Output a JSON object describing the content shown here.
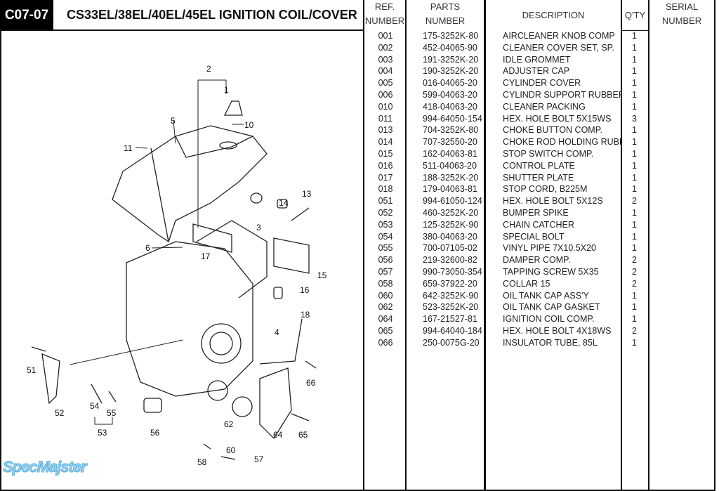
{
  "header": {
    "code": "C07-07",
    "title": "CS33EL/38EL/40EL/45EL  IGNITION COIL/COVER"
  },
  "columns": {
    "ref": [
      "REF.",
      "NUMBER"
    ],
    "part": [
      "PARTS",
      "NUMBER"
    ],
    "desc": "DESCRIPTION",
    "qty": "Q'TY",
    "serial": [
      "SERIAL",
      "NUMBER"
    ]
  },
  "parts": [
    {
      "ref": "001",
      "part": "175-3252K-80",
      "desc": "AIRCLEANER KNOB COMP",
      "qty": "1"
    },
    {
      "ref": "002",
      "part": "452-04065-90",
      "desc": "CLEANER COVER SET, SP.",
      "qty": "1"
    },
    {
      "ref": "003",
      "part": "191-3252K-20",
      "desc": "IDLE GROMMET",
      "qty": "1"
    },
    {
      "ref": "004",
      "part": "190-3252K-20",
      "desc": "ADJUSTER CAP",
      "qty": "1"
    },
    {
      "ref": "005",
      "part": "016-04065-20",
      "desc": "CYLINDER COVER",
      "qty": "1"
    },
    {
      "ref": "006",
      "part": "599-04063-20",
      "desc": "CYLINDR SUPPORT RUBBER",
      "qty": "1"
    },
    {
      "ref": "010",
      "part": "418-04063-20",
      "desc": "CLEANER PACKING",
      "qty": "1"
    },
    {
      "ref": "011",
      "part": "994-64050-154",
      "desc": "HEX. HOLE BOLT 5X15WS",
      "qty": "3"
    },
    {
      "ref": "013",
      "part": "704-3252K-80",
      "desc": "CHOKE BUTTON COMP.",
      "qty": "1"
    },
    {
      "ref": "014",
      "part": "707-32550-20",
      "desc": "CHOKE ROD HOLDING RUBBER",
      "qty": "1"
    },
    {
      "ref": "015",
      "part": "162-04063-81",
      "desc": "STOP SWITCH COMP.",
      "qty": "1"
    },
    {
      "ref": "016",
      "part": "511-04063-20",
      "desc": "CONTROL PLATE",
      "qty": "1"
    },
    {
      "ref": "017",
      "part": "188-3252K-20",
      "desc": "SHUTTER PLATE",
      "qty": "1"
    },
    {
      "ref": "018",
      "part": "179-04063-81",
      "desc": "STOP CORD, B225M",
      "qty": "1"
    },
    {
      "ref": "051",
      "part": "994-61050-124",
      "desc": "HEX. HOLE BOLT 5X12S",
      "qty": "2"
    },
    {
      "ref": "052",
      "part": "460-3252K-20",
      "desc": "BUMPER SPIKE",
      "qty": "1"
    },
    {
      "ref": "053",
      "part": "125-3252K-90",
      "desc": "CHAIN CATCHER",
      "qty": "1"
    },
    {
      "ref": "054",
      "part": "380-04063-20",
      "desc": "SPECIAL BOLT",
      "qty": "1"
    },
    {
      "ref": "055",
      "part": "700-07105-02",
      "desc": "VINYL PIPE  7X10.5X20",
      "qty": "1"
    },
    {
      "ref": "056",
      "part": "219-32600-82",
      "desc": "DAMPER COMP.",
      "qty": "2"
    },
    {
      "ref": "057",
      "part": "990-73050-354",
      "desc": "TAPPING SCREW 5X35",
      "qty": "2"
    },
    {
      "ref": "058",
      "part": "659-37922-20",
      "desc": "COLLAR 15",
      "qty": "2"
    },
    {
      "ref": "060",
      "part": "642-3252K-90",
      "desc": "OIL TANK CAP ASS'Y",
      "qty": "1"
    },
    {
      "ref": "062",
      "part": "523-3252K-20",
      "desc": "OIL TANK CAP GASKET",
      "qty": "1"
    },
    {
      "ref": "064",
      "part": "167-21527-81",
      "desc": "IGNITION COIL COMP.",
      "qty": "1"
    },
    {
      "ref": "065",
      "part": "994-64040-184",
      "desc": "HEX. HOLE BOLT 4X18WS",
      "qty": "2"
    },
    {
      "ref": "066",
      "part": "250-0075G-20",
      "desc": "INSULATOR TUBE, 85L",
      "qty": "1"
    }
  ],
  "diagram": {
    "callouts": [
      "2",
      "1",
      "10",
      "5",
      "11",
      "3",
      "13",
      "14",
      "6",
      "17",
      "15",
      "16",
      "4",
      "18",
      "51",
      "52",
      "54",
      "55",
      "53",
      "56",
      "62",
      "60",
      "64",
      "65",
      "66",
      "58",
      "57"
    ]
  },
  "watermark": "SpecMajster"
}
